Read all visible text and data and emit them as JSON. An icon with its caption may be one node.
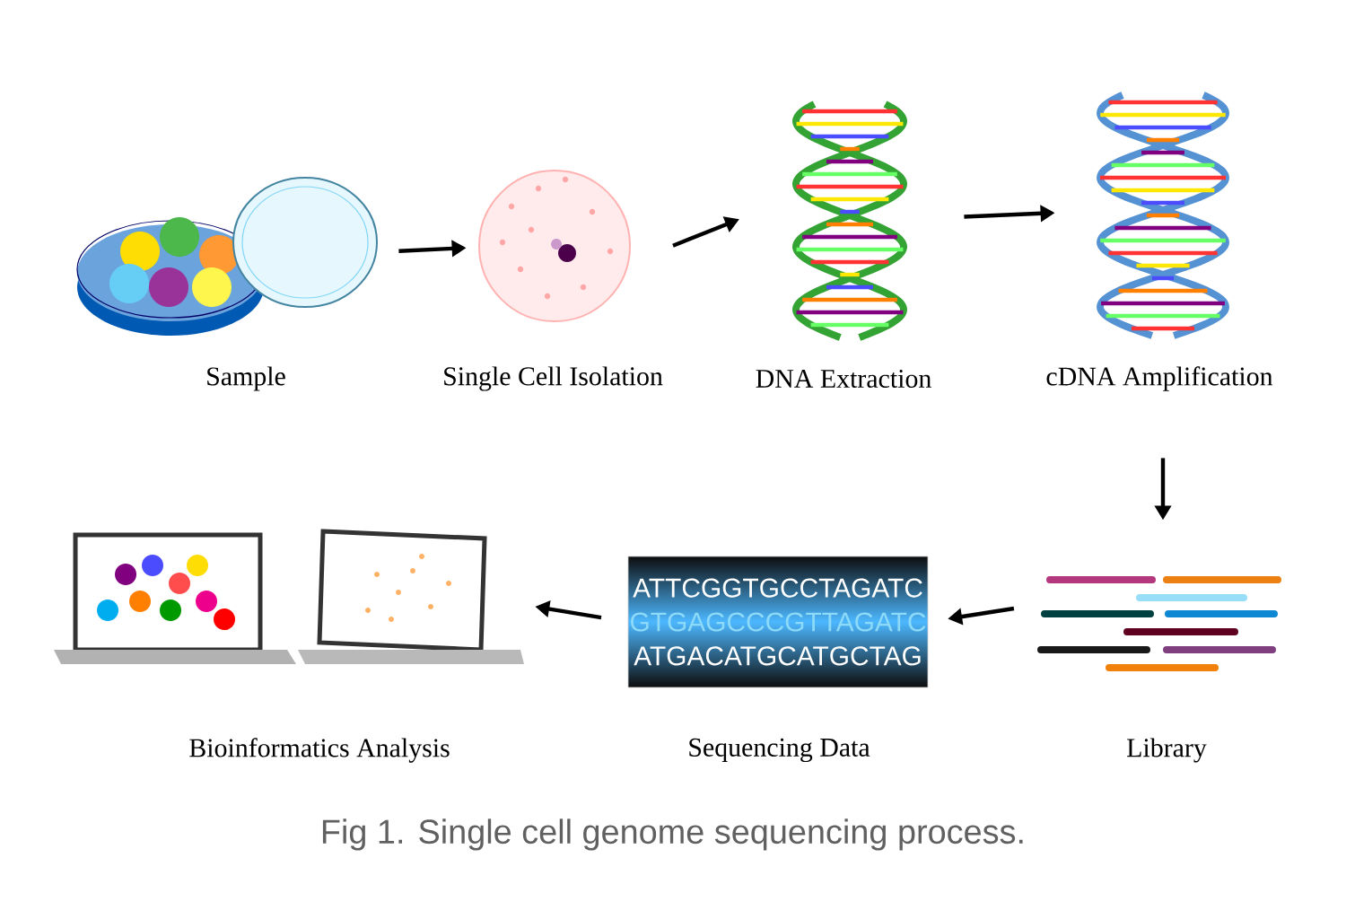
{
  "diagram": {
    "caption": "Fig 1. Single cell genome sequencing process.",
    "nodes": [
      {
        "text": [
          "Sample"
        ]
      },
      {
        "text": [
          "Single Cell Isolation"
        ]
      },
      {
        "text": [
          "DNA Extraction"
        ]
      },
      {
        "text": [
          "cDNA Amplification"
        ]
      },
      {
        "text": [
          "Bioinformatics Analysis"
        ]
      },
      {
        "text": [
          "ATTCGGTGCCTAGATC",
          "GTGAGCCCGTTAGATC",
          "ATGACATGCATGCTAG",
          "Sequencing Data"
        ]
      },
      {
        "text": [
          "Library"
        ]
      }
    ],
    "edges": [
      {
        "from": 0,
        "to": 1,
        "arrow": "to"
      },
      {
        "from": 1,
        "to": 2,
        "arrow": "to"
      },
      {
        "from": 2,
        "to": 3,
        "arrow": "to"
      },
      {
        "from": 3,
        "to": 6,
        "arrow": "to"
      },
      {
        "from": 6,
        "to": 5,
        "arrow": "to"
      },
      {
        "from": 5,
        "to": 4,
        "arrow": "to"
      }
    ]
  }
}
